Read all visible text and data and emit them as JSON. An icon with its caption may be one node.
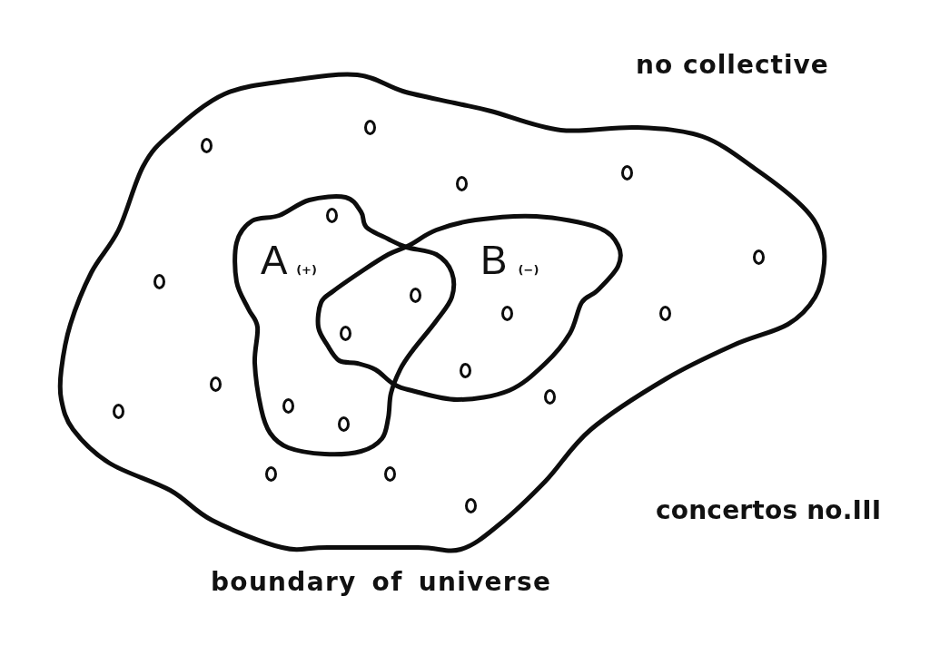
{
  "diagram": {
    "nodes": [
      {
        "text": [
          "boundary of universe"
        ]
      },
      {
        "text": [
          "A $_{(+)}$"
        ],
        "in": 0
      },
      {
        "text": [
          "B $_{(−)}$"
        ],
        "in": 0
      },
      {
        "text": [],
        "shape": "circle",
        "in": 0
      },
      {
        "text": [],
        "shape": "circle",
        "in": 0
      },
      {
        "text": [],
        "shape": "circle",
        "in": 0
      },
      {
        "text": [],
        "shape": "circle",
        "in": 0
      },
      {
        "text": [],
        "shape": "circle",
        "in": 1
      },
      {
        "text": [],
        "shape": "circle",
        "in": 0
      },
      {
        "text": [],
        "shape": "circle",
        "in": 0
      },
      {
        "text": [],
        "shape": "circle"
      },
      {
        "text": [],
        "shape": "circle",
        "in": 2
      },
      {
        "text": [],
        "shape": "circle",
        "in": 0
      },
      {
        "text": [],
        "shape": "circle"
      },
      {
        "text": [],
        "shape": "circle",
        "in": 2
      },
      {
        "text": [],
        "shape": "circle",
        "in": 0
      },
      {
        "text": [],
        "shape": "circle",
        "in": 0
      },
      {
        "text": [],
        "shape": "circle",
        "in": 1
      },
      {
        "text": [],
        "shape": "circle",
        "in": 0
      },
      {
        "text": [],
        "shape": "circle",
        "in": 1
      },
      {
        "text": [],
        "shape": "circle",
        "in": 0
      },
      {
        "text": [],
        "shape": "circle",
        "in": 0
      },
      {
        "text": [],
        "shape": "circle",
        "in": 0
      }
    ],
    "labels": [
      "no collective",
      "concertos no.III"
    ]
  }
}
